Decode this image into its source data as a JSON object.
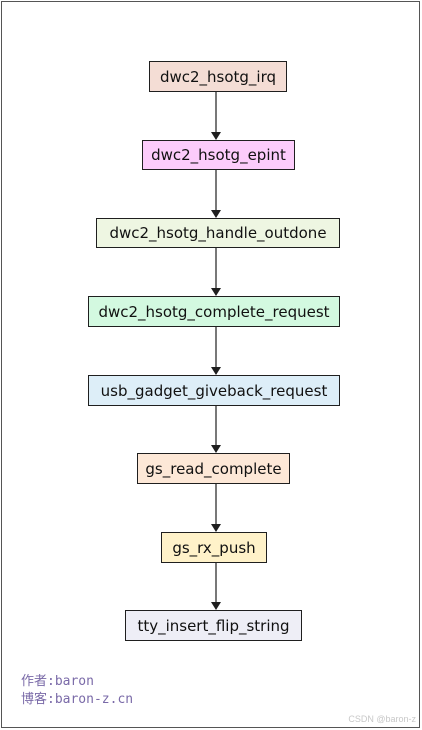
{
  "nodes": [
    {
      "label": "dwc2_hsotg_irq",
      "color": "#f4ddd5"
    },
    {
      "label": "dwc2_hsotg_epint",
      "color": "#fcccfb"
    },
    {
      "label": "dwc2_hsotg_handle_outdone",
      "color": "#eef6e2"
    },
    {
      "label": "dwc2_hsotg_complete_request",
      "color": "#d3f9e0"
    },
    {
      "label": "usb_gadget_giveback_request",
      "color": "#ddeef8"
    },
    {
      "label": "gs_read_complete",
      "color": "#fde8d7"
    },
    {
      "label": "gs_rx_push",
      "color": "#fff2c9"
    },
    {
      "label": "tty_insert_flip_string",
      "color": "#eeeef6"
    }
  ],
  "footer": {
    "author": "作者:baron",
    "blog": "博客:baron-z.cn"
  },
  "watermark": "CSDN @baron-z"
}
